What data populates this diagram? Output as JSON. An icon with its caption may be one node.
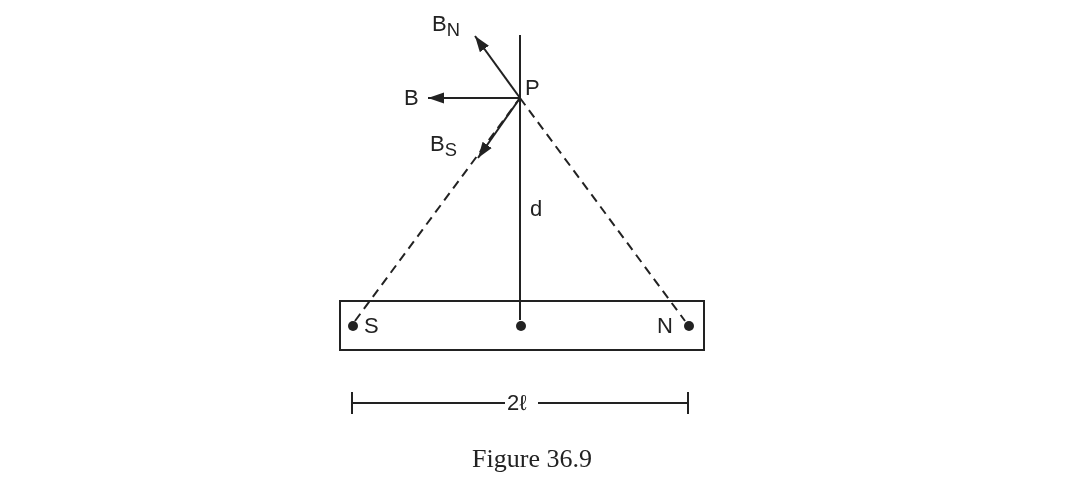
{
  "diagram": {
    "caption": "Figure 36.9",
    "nodes": [
      {
        "text": [],
        "shape": "box"
      },
      {
        "text": [],
        "shape": "circle",
        "in": 0,
        "beside": [
          "S"
        ]
      },
      {
        "text": [],
        "shape": "circle",
        "in": 0
      },
      {
        "text": [],
        "shape": "circle",
        "in": 0,
        "beside": [
          "N"
        ]
      },
      {
        "text": [
          "P"
        ]
      },
      {
        "text": [
          "B$_{N}$"
        ]
      },
      {
        "text": [
          "B"
        ]
      },
      {
        "text": [
          "B$_{S}$"
        ]
      }
    ],
    "edges": [
      {
        "from": 4,
        "to": 5,
        "arrow": "to"
      },
      {
        "from": 4,
        "to": 6,
        "arrow": "to"
      },
      {
        "from": 4,
        "to": 7,
        "arrow": "to"
      },
      {
        "from": 1,
        "to": 4,
        "arrow": "none",
        "style": "dashed"
      },
      {
        "from": 4,
        "to": 3,
        "arrow": "none",
        "style": "dashed"
      },
      {
        "from": 2,
        "to": 4,
        "arrow": "none",
        "label": "d"
      }
    ],
    "labels": [
      "2ℓ"
    ]
  }
}
